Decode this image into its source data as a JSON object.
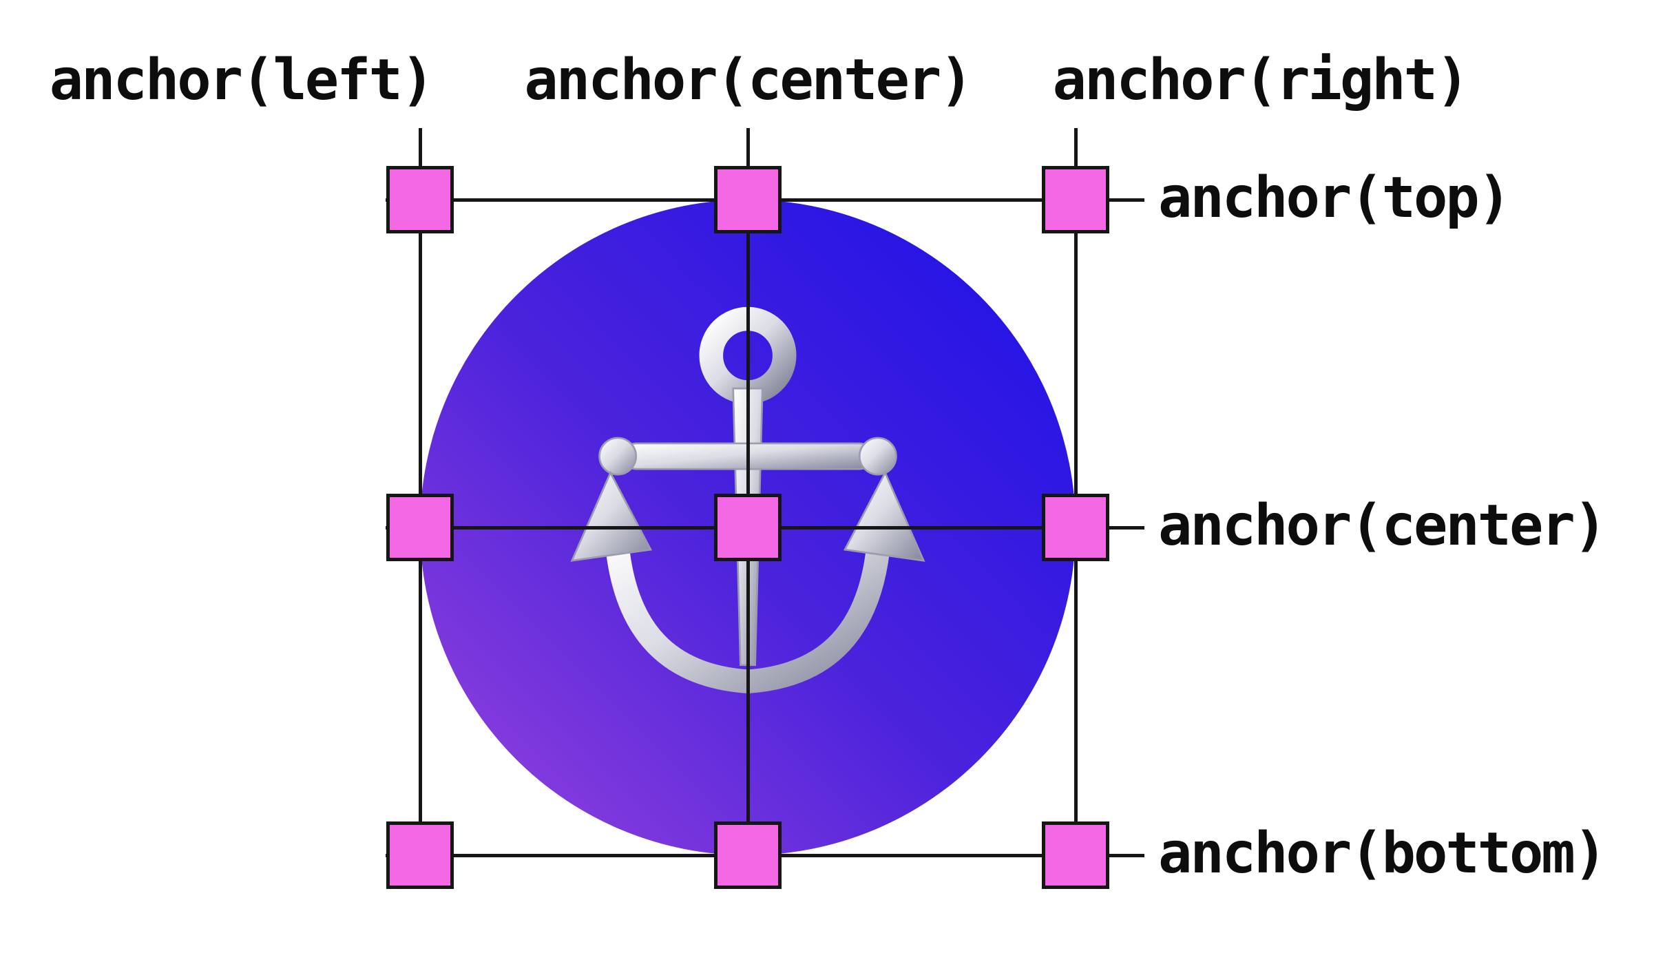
{
  "labels": {
    "top": [
      "anchor(left)",
      "anchor(center)",
      "anchor(right)"
    ],
    "right": [
      "anchor(top)",
      "anchor(center)",
      "anchor(bottom)"
    ]
  },
  "icons": {
    "center_graphic": "anchor-emoji-on-gradient-circle"
  },
  "colors": {
    "handle_fill": "#f468e6",
    "handle_border": "#161616",
    "line": "#161616",
    "circle_start": "#94d",
    "circle_mid": "#4a22dc",
    "circle_end": "#1b10e8",
    "anchor_silver_light": "#ffffff",
    "anchor_silver_dark": "#84879a"
  }
}
